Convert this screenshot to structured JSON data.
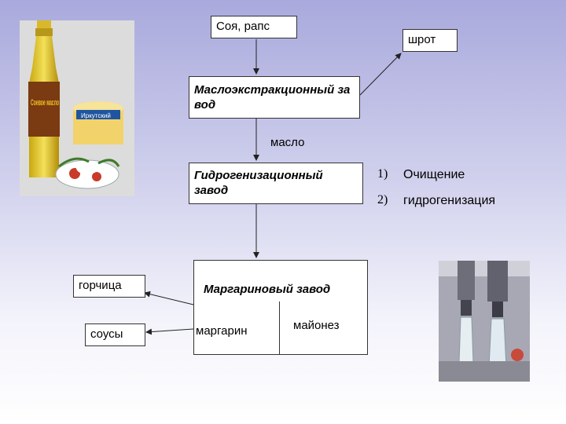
{
  "nodes": {
    "source": "Соя, рапс",
    "shrot": "шрот",
    "extraction_plant": "Маслоэкстракционный завод",
    "hydrogenation_plant": "Гидрогенизационный завод",
    "margarine_plant": "Маргариновый завод",
    "margarine": "маргарин",
    "mayonnaise": "майонез",
    "mustard": "горчица",
    "sauces": "соусы"
  },
  "edge_labels": {
    "oil": "масло"
  },
  "steps": [
    {
      "number": "1)",
      "text": "Очищение"
    },
    {
      "number": "2)",
      "text": "гидрогенизация"
    }
  ],
  "photo_left": {
    "bottle_label": "Соевое масло",
    "tub_label": "Иркутский"
  },
  "colors": {
    "background_top": "#a9a9dd",
    "background_bottom": "#ffffff",
    "box_border": "#333333"
  }
}
